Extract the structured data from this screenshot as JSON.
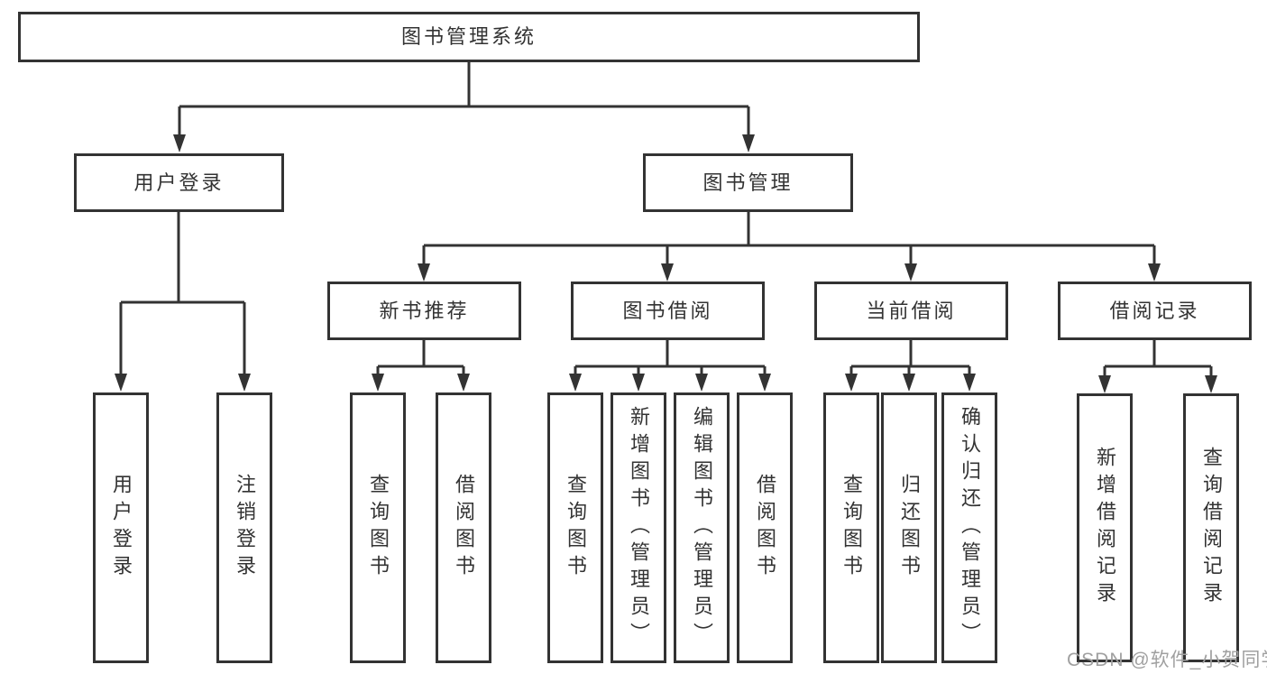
{
  "tree": {
    "label": "图书管理系统",
    "children": [
      {
        "label": "用户登录",
        "children": [
          {
            "label": "用户登录"
          },
          {
            "label": "注销登录"
          }
        ]
      },
      {
        "label": "图书管理",
        "children": [
          {
            "label": "新书推荐",
            "children": [
              {
                "label": "查询图书"
              },
              {
                "label": "借阅图书"
              }
            ]
          },
          {
            "label": "图书借阅",
            "children": [
              {
                "label": "查询图书"
              },
              {
                "label": "新增图书（管理员）"
              },
              {
                "label": "编辑图书（管理员）"
              },
              {
                "label": "借阅图书"
              }
            ]
          },
          {
            "label": "当前借阅",
            "children": [
              {
                "label": "查询图书"
              },
              {
                "label": "归还图书"
              },
              {
                "label": "确认归还（管理员）"
              }
            ]
          },
          {
            "label": "借阅记录",
            "children": [
              {
                "label": "新增借阅记录"
              },
              {
                "label": "查询借阅记录"
              }
            ]
          }
        ]
      }
    ]
  },
  "watermark": "CSDN @软件_小贺同学",
  "colors": {
    "line": "#333333",
    "box_border": "#333333",
    "text": "#333333",
    "watermark": "#a0a0a0",
    "background": "#ffffff"
  }
}
